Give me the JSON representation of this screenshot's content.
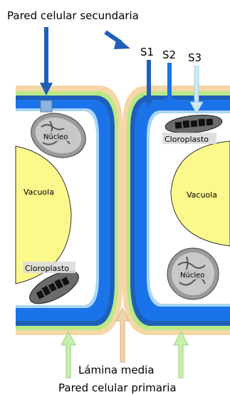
{
  "labels": {
    "secondary_wall": "Pared celular secundaria",
    "s1": "S1",
    "s2": "S2",
    "s3": "S3",
    "nucleus_left": "Núcleo",
    "nucleus_right": "Núcleo",
    "vacuole_left": "Vacuola",
    "vacuole_right": "Vacuola",
    "chloroplast_left": "Cloroplasto",
    "chloroplast_right": "Cloroplasto",
    "middle_lamella": "Lámina media",
    "primary_wall": "Pared celular primaria"
  },
  "colors": {
    "middle_lamella": "#f5d7a6",
    "primary_wall": "#b8e986",
    "s1": "#1f5fb8",
    "s2": "#1a73e8",
    "s3": "#a9d6f5",
    "vacuole": "#fbf98c",
    "arrow_dark": "#1f5fb8",
    "arrow_light": "#cde8f7",
    "arrow_green": "#c8f0a8",
    "arrow_tan": "#f1d3a8"
  }
}
